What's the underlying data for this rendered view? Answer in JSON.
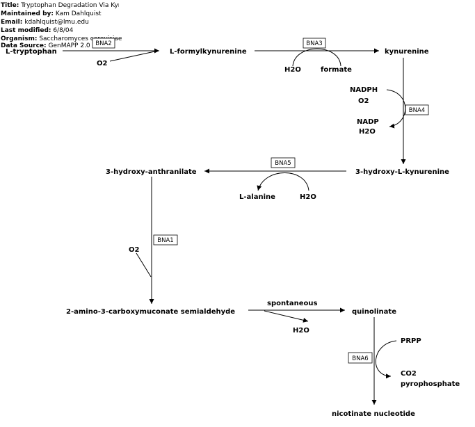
{
  "header": {
    "title_label": "Title:",
    "title_value": "Tryptophan Degradation Via Kynurenine",
    "maintainer_label": "Maintained by:",
    "maintainer_value": "Kam Dahlquist",
    "email_label": "Email:",
    "email_value": "kdahlquist@lmu.edu",
    "modified_label": "Last modified:",
    "modified_value": "6/8/04",
    "organism_label": "Organism:",
    "organism_value": "Saccharomyces cerevisiae",
    "source_label": "Data Source:",
    "source_value": "GenMAPP 2.0"
  },
  "metabolites": {
    "l_tryptophan": "L-tryptophan",
    "l_formylkynurenine": "L-formylkynurenine",
    "kynurenine": "kynurenine",
    "hydroxy_l_kynurenine": "3-hydroxy-L-kynurenine",
    "hydroxy_anthranilate": "3-hydroxy-anthranilate",
    "amino_carboxymuconate": "2-amino-3-carboxymuconate semialdehyde",
    "quinolinate": "quinolinate",
    "nicotinate_nucleotide": "nicotinate nucleotide"
  },
  "cofactors": {
    "o2_bna2": "O2",
    "h2o_bna3": "H2O",
    "formate": "formate",
    "nadph": "NADPH",
    "o2_bna4": "O2",
    "nadp": "NADP",
    "h2o_bna4": "H2O",
    "l_alanine": "L-alanine",
    "h2o_bna5": "H2O",
    "o2_bna1": "O2",
    "h2o_spont": "H2O",
    "prpp": "PRPP",
    "co2": "CO2",
    "pyrophosphate": "pyrophosphate"
  },
  "genes": {
    "bna2": "BNA2",
    "bna3": "BNA3",
    "bna4": "BNA4",
    "bna5": "BNA5",
    "bna1": "BNA1",
    "bna6": "BNA6"
  },
  "labels": {
    "spontaneous": "spontaneous"
  }
}
